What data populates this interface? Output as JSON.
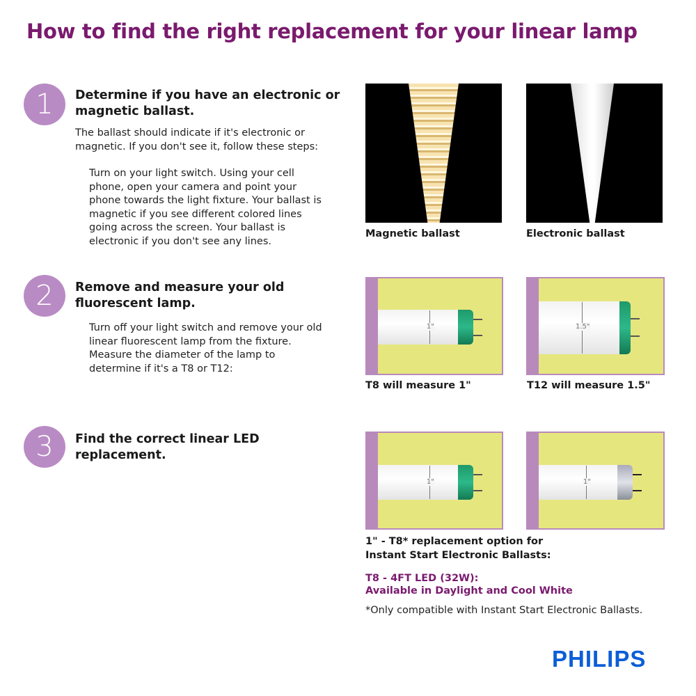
{
  "title": "How to find the right replacement for your linear lamp",
  "steps": [
    {
      "number": "1",
      "heading": "Determine if you have an electronic or magnetic ballast.",
      "intro": "The ballast should indicate if it's electronic or magnetic. If you don't see it, follow these steps:",
      "detail": "Turn on your light switch. Using your cell phone, open your camera and point your phone towards the light fixture. Your ballast is magnetic if you see different colored lines going across the screen. Your ballast is electronic if you don't see any lines.",
      "images": [
        {
          "caption": "Magnetic ballast"
        },
        {
          "caption": "Electronic ballast"
        }
      ]
    },
    {
      "number": "2",
      "heading": "Remove and measure your old fluorescent lamp.",
      "detail": "Turn off your light switch and remove your old linear fluorescent lamp from the fixture. Measure the diameter of the lamp to determine if it's a T8 or T12:",
      "images": [
        {
          "caption": "T8 will measure 1\"",
          "measure": "1\""
        },
        {
          "caption": "T12 will measure 1.5\"",
          "measure": "1.5\""
        }
      ]
    },
    {
      "number": "3",
      "heading": "Find the correct linear LED replacement.",
      "images": [
        {
          "measure": "1\""
        },
        {
          "measure": "1\""
        }
      ],
      "option_line1": "1\" - T8* replacement option for",
      "option_line2": "Instant Start Electronic Ballasts:",
      "product_line1": "T8 - 4FT LED (32W):",
      "product_line2": "Available in Daylight and Cool White",
      "footnote": "*Only compatible with Instant Start Electronic Ballasts."
    }
  ],
  "logo": "PHILIPS",
  "colors": {
    "title": "#7a1a6e",
    "circle": "#b98bc4",
    "panel": "#e6e67f",
    "panel_border": "#b88abc",
    "logo": "#0b5ed7"
  }
}
